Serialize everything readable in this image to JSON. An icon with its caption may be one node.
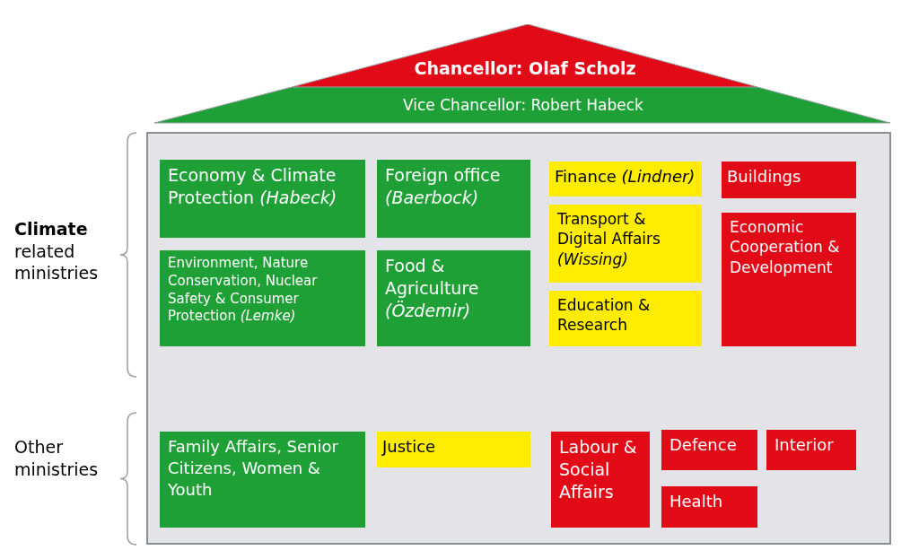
{
  "diagram": {
    "nodes": [
      {
        "text": [],
        "shape": "box"
      },
      {
        "text": [
          "Chancellor: Olaf Scholz"
        ]
      },
      {
        "text": [
          "Vice Chancellor: Robert Habeck"
        ]
      },
      {
        "text": [
          "Economy & Climate Protection *(Habeck)*"
        ],
        "in": 0
      },
      {
        "text": [
          "Foreign office *(Baerbock)*"
        ],
        "in": 0
      },
      {
        "text": [
          "Finance *(Lindner)*"
        ],
        "in": 0
      },
      {
        "text": [
          "Buildings"
        ],
        "in": 0
      },
      {
        "text": [
          "Transport & Digital Affairs *(Wissing)*"
        ],
        "in": 0
      },
      {
        "text": [
          "Economic Cooperation & Development"
        ],
        "in": 0
      },
      {
        "text": [
          "Environment, Nature Conservation, Nuclear Safety & Consumer Protection *(Lemke)*"
        ],
        "in": 0
      },
      {
        "text": [
          "Food & Agriculture *(Özdemir)*"
        ],
        "in": 0
      },
      {
        "text": [
          "Education & Research"
        ],
        "in": 0
      },
      {
        "text": [
          "Family Affairs, Senior Citizens, Women & Youth"
        ],
        "in": 0
      },
      {
        "text": [
          "Justice"
        ],
        "in": 0
      },
      {
        "text": [
          "Labour & Social Affairs"
        ],
        "in": 0
      },
      {
        "text": [
          "Defence"
        ],
        "in": 0
      },
      {
        "text": [
          "Interior"
        ],
        "in": 0
      },
      {
        "text": [
          "Health"
        ],
        "in": 0
      }
    ],
    "edges": [],
    "labels": [
      "**Climate** related ministries",
      "Other ministries"
    ]
  }
}
